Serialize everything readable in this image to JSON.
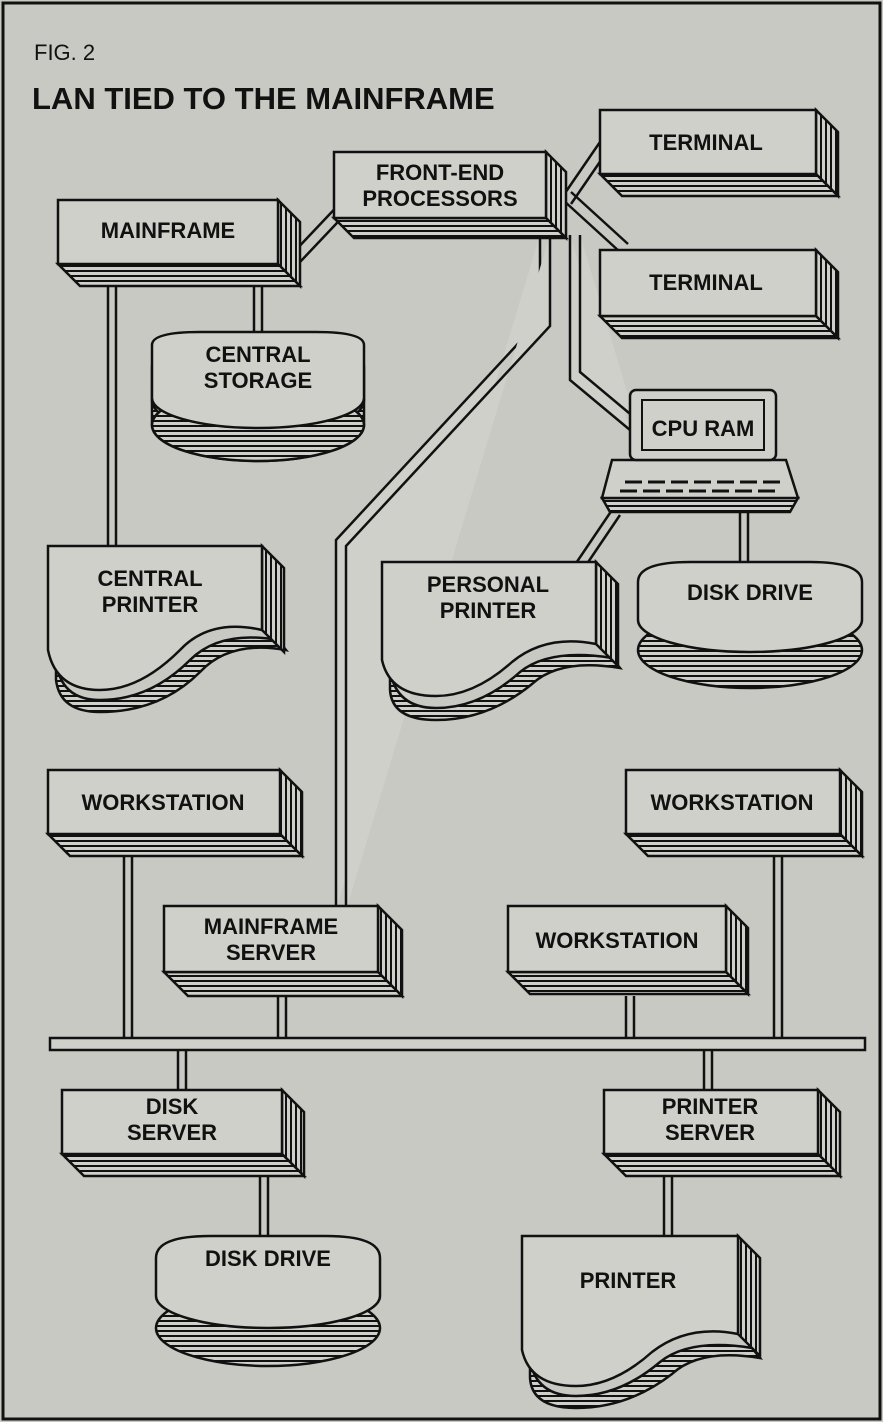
{
  "figure": {
    "label": "FIG. 2",
    "title": "LAN TIED TO THE MAINFRAME"
  },
  "nodes": {
    "front_end": [
      "FRONT-END",
      "PROCESSORS"
    ],
    "terminal_top": [
      "TERMINAL"
    ],
    "terminal_bottom": [
      "TERMINAL"
    ],
    "mainframe": [
      "MAINFRAME"
    ],
    "central_storage": [
      "CENTRAL",
      "STORAGE"
    ],
    "cpu_ram": [
      "CPU  RAM"
    ],
    "central_printer": [
      "CENTRAL",
      "PRINTER"
    ],
    "personal_printer": [
      "PERSONAL",
      "PRINTER"
    ],
    "disk_drive_pc": [
      "DISK DRIVE"
    ],
    "workstation_left": [
      "WORKSTATION"
    ],
    "workstation_right": [
      "WORKSTATION"
    ],
    "workstation_middle": [
      "WORKSTATION"
    ],
    "mainframe_server": [
      "MAINFRAME",
      "SERVER"
    ],
    "disk_server": [
      "DISK",
      "SERVER"
    ],
    "printer_server": [
      "PRINTER",
      "SERVER"
    ],
    "disk_drive_bottom": [
      "DISK DRIVE"
    ],
    "printer": [
      "PRINTER"
    ]
  },
  "colors": {
    "paper": "#c9c9c4",
    "ink": "#111111"
  }
}
